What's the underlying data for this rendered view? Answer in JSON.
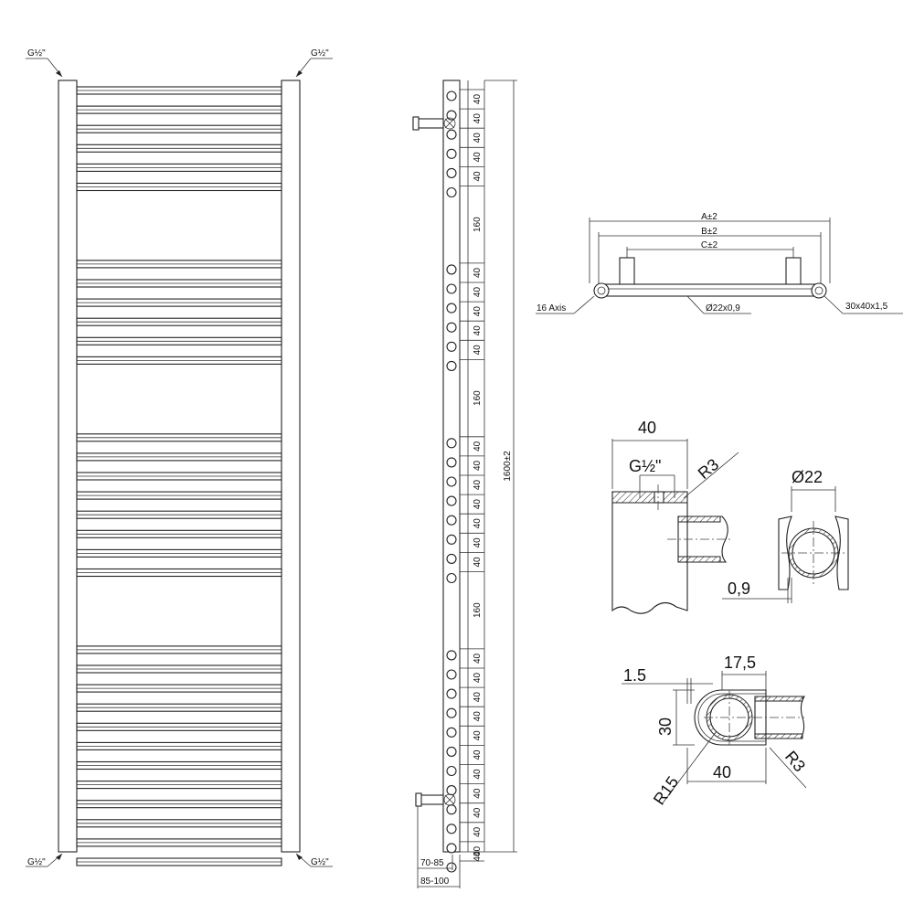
{
  "front_view": {
    "thread_top_left": "G½\"",
    "thread_top_right": "G½\"",
    "thread_bottom_left": "G½\"",
    "thread_bottom_right": "G½\""
  },
  "side_view": {
    "bar_groups": [
      6,
      6,
      8,
      12
    ],
    "pitch_label": "40",
    "gap_label": "160",
    "total_height": "1600±2",
    "depth_inner": "70-85",
    "depth_outer": "85-100"
  },
  "top_view": {
    "dim_a": "A±2",
    "dim_b": "B±2",
    "dim_c": "C±2",
    "axis_label": "16 Axis",
    "tube_label": "Ø22x0,9",
    "profile_label": "30x40x1,5"
  },
  "connection_detail": {
    "width": "40",
    "thread": "G½\"",
    "radius": "R3",
    "diameter": "Ø22",
    "wall": "0,9"
  },
  "profile_detail": {
    "wall": "1.5",
    "offset": "17,5",
    "height": "30",
    "width": "40",
    "inner_radius": "R15",
    "outer_radius": "R3"
  }
}
